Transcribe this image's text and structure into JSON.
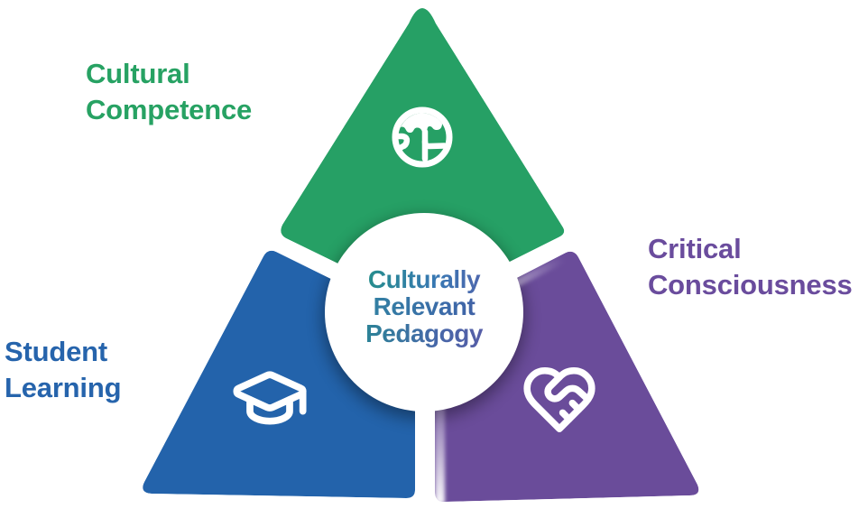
{
  "title": "Culturally Relevant Pedagogy",
  "center": {
    "line1": "Culturally",
    "line2": "Relevant",
    "line3": "Pedagogy"
  },
  "labels": {
    "top": {
      "line1": "Cultural",
      "line2": "Competence"
    },
    "left": {
      "line1": "Student",
      "line2": "Learning"
    },
    "right": {
      "line1": "Critical",
      "line2": "Consciousness"
    }
  },
  "icons": {
    "top": "globe-icon",
    "left": "graduation-cap-icon",
    "right": "heart-handshake-icon"
  },
  "colors": {
    "green": "#26A065",
    "blue": "#2363AB",
    "purple": "#6A4C9A",
    "label_green": "#27A263",
    "label_blue": "#2664AC",
    "label_purple": "#6A4C9D",
    "circle": "#FFFFFF",
    "icon_stroke": "#FFFFFF",
    "center_text_gradient": [
      "#17A06B",
      "#3878B3",
      "#6B51A6"
    ]
  }
}
